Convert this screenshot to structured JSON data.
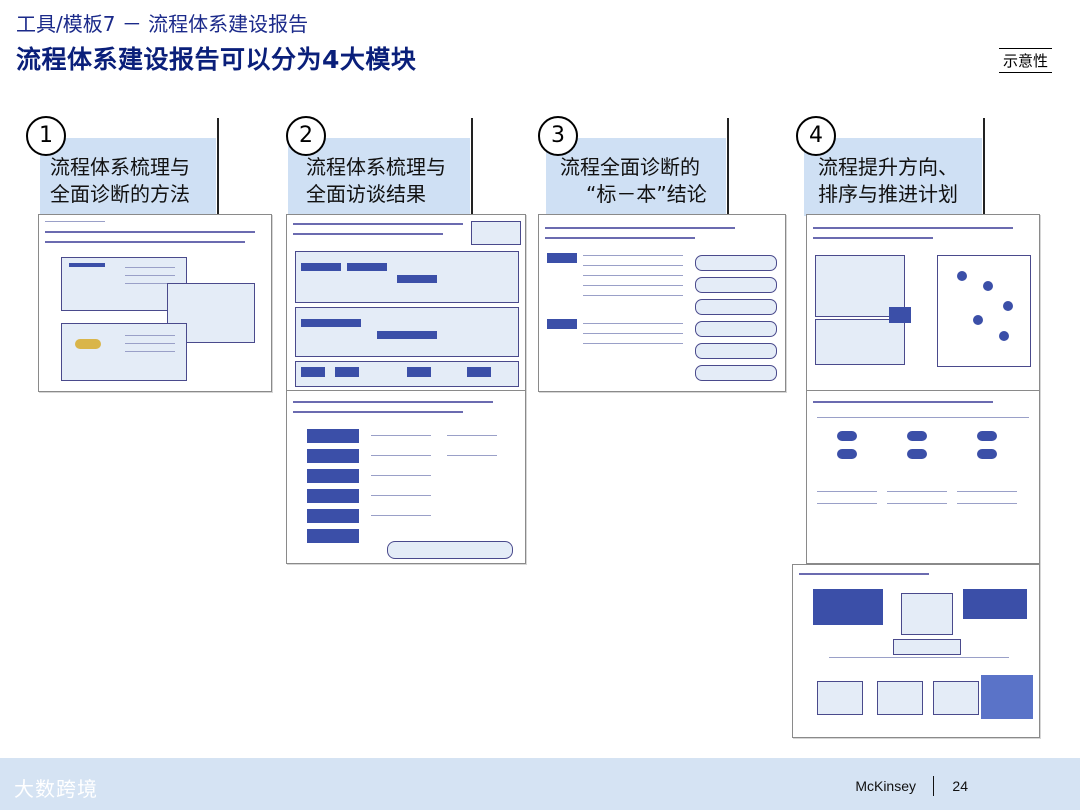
{
  "header": {
    "supertitle": "工具/模板7 －  流程体系建设报告",
    "title": "流程体系建设报告可以分为4大模块",
    "badge": "示意性"
  },
  "modules": [
    {
      "number": "1",
      "line1": "流程体系梳理与",
      "line2": "全面诊断的方法"
    },
    {
      "number": "2",
      "line1": "流程体系梳理与",
      "line2": "全面访谈结果"
    },
    {
      "number": "3",
      "line1": "流程全面诊断的",
      "line2": "“标－本”结论"
    },
    {
      "number": "4",
      "line1": "流程提升方向、",
      "line2": "排序与推进计划"
    }
  ],
  "footer": {
    "watermark": "大数跨境",
    "brand": "McKinsey",
    "page": "24"
  }
}
